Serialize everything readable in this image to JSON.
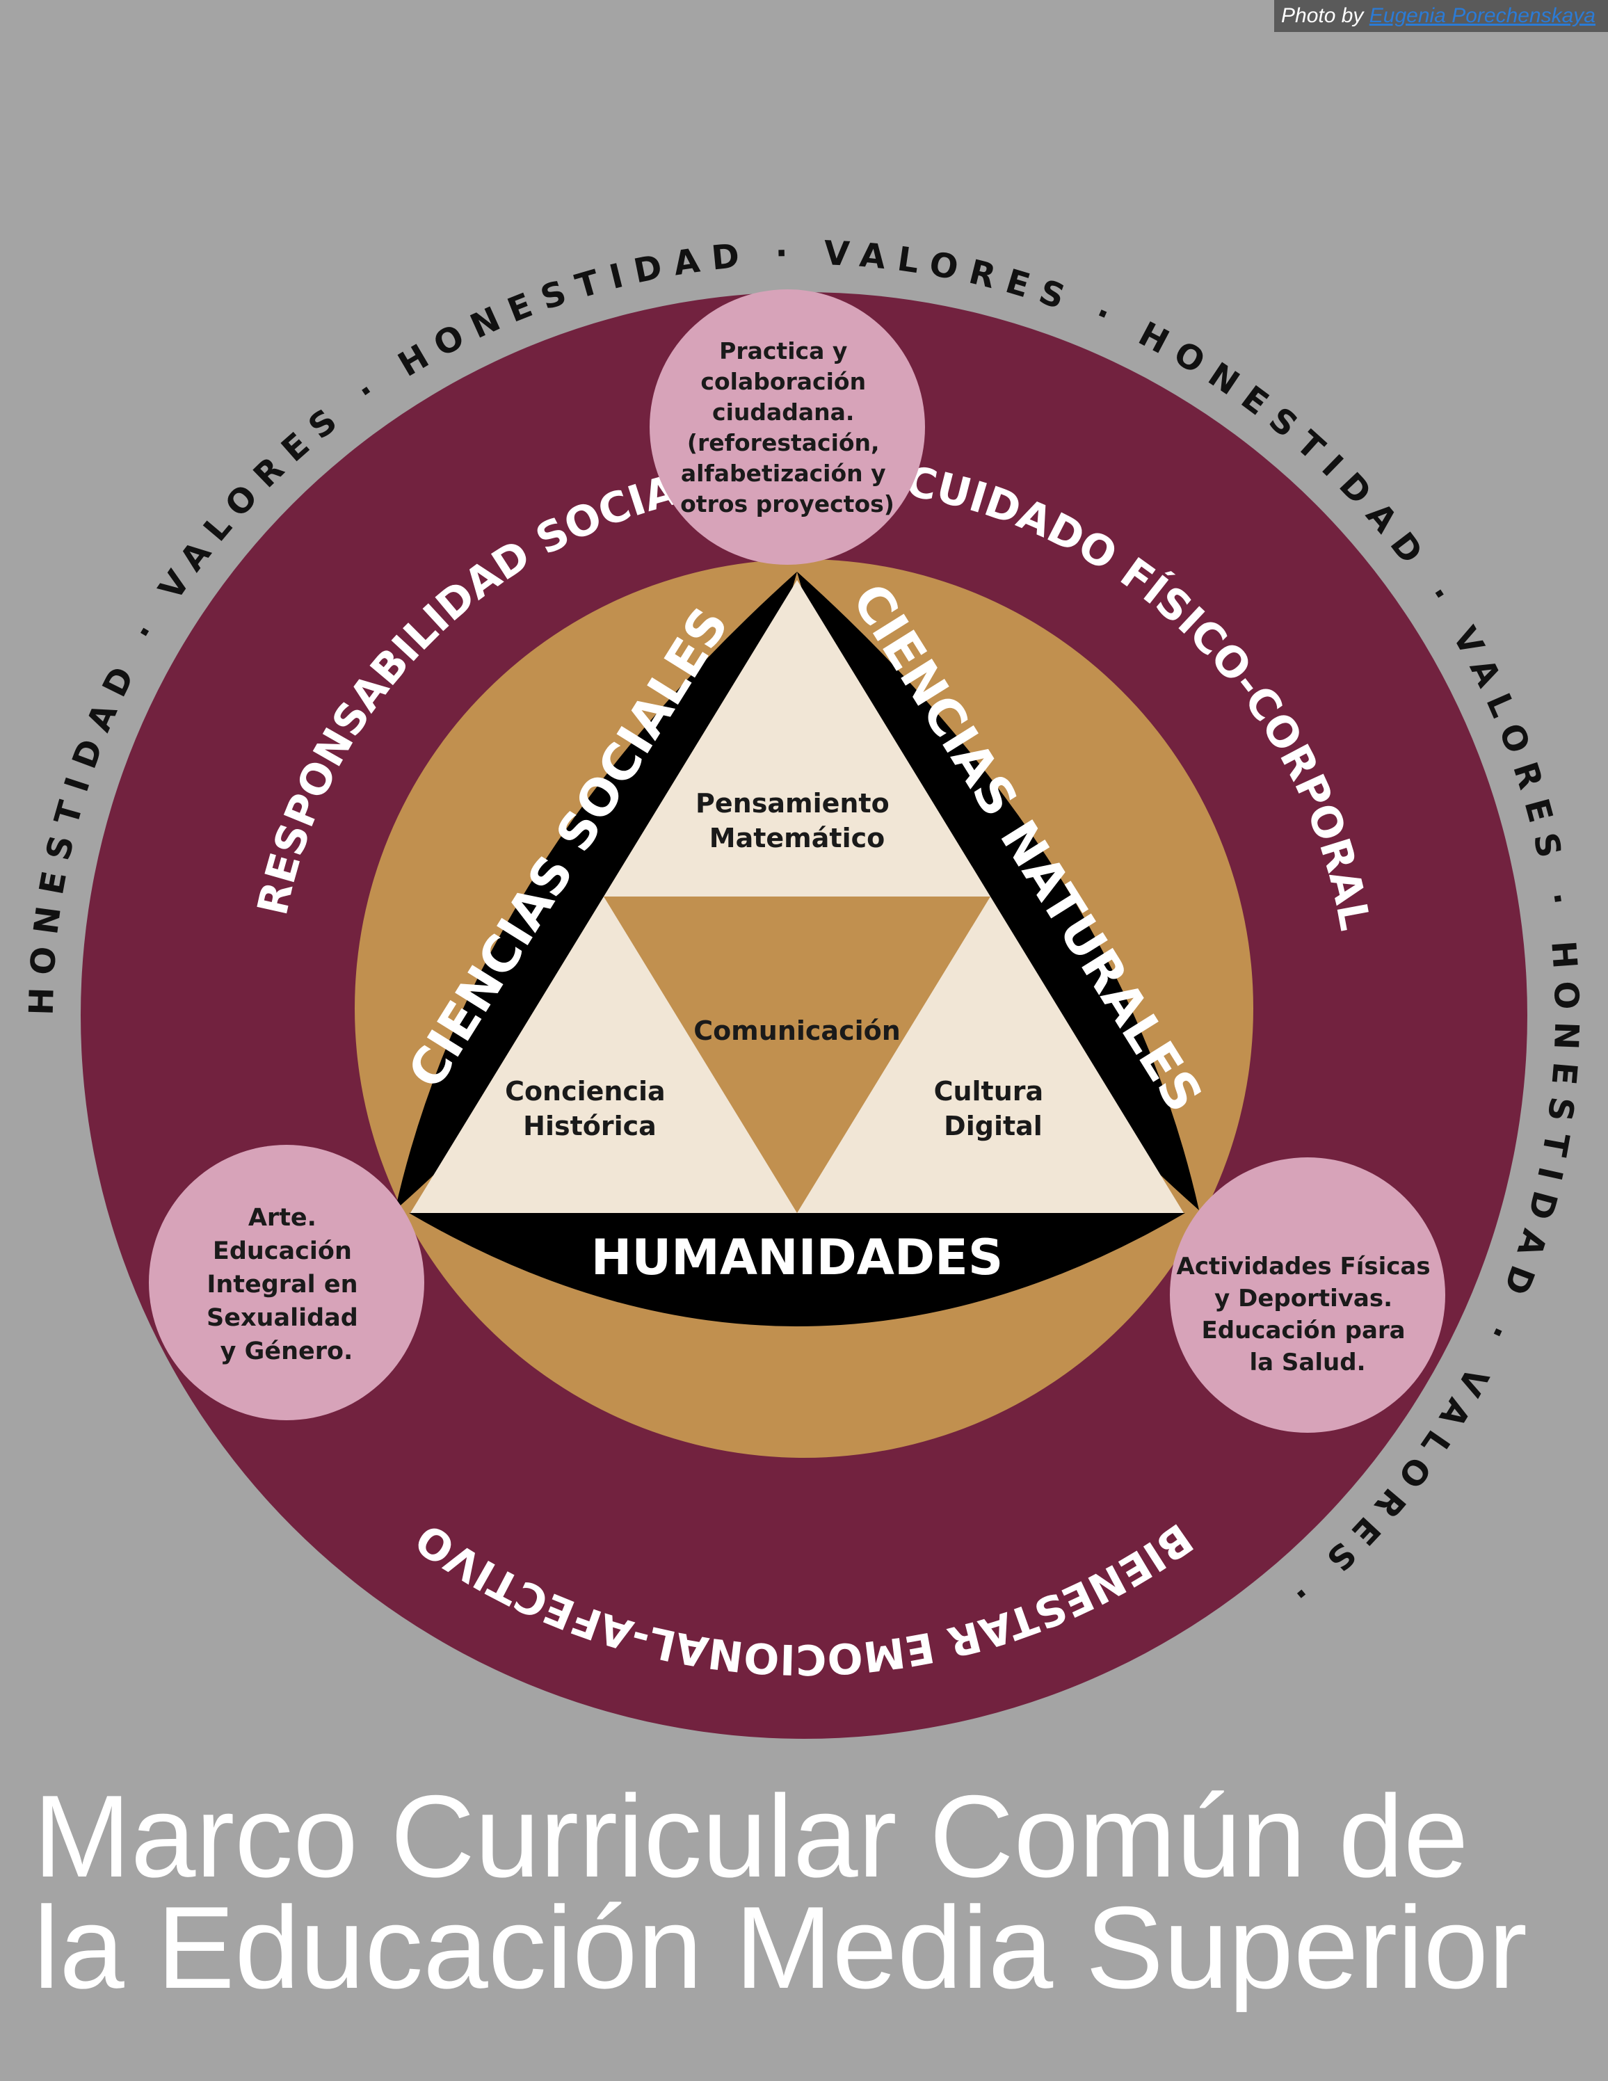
{
  "credit": {
    "prefix": "Photo by",
    "author": "Eugenia Porechenskaya"
  },
  "colors": {
    "background": "#a4a4a4",
    "outer_ring": "#72223f",
    "middle_disc": "#c1904f",
    "triangle_fill": "#f1e6d6",
    "inner_triangle": "#c1904f",
    "bands": "#000000",
    "pink_circles": "#d7a3b9"
  },
  "diagram": {
    "outer_ring_text": "HONESTIDAD · VALORES · HONESTIDAD · VALORES · HONESTIDAD · VALORES · HONESTIDAD · VALORES ·",
    "ring_labels": {
      "left": "RESPONSABILIDAD SOCIAL",
      "right": "CUIDADO FÍSICO-CORPORAL",
      "bottom": "BIENESTAR EMOCIONAL-AFECTIVO"
    },
    "bands": {
      "left": "CIENCIAS SOCIALES",
      "right": "CIENCIAS NATURALES",
      "bottom": "HUMANIDADES"
    },
    "triangle": {
      "top": [
        "Pensamiento",
        "Matemático"
      ],
      "center": "Comunicación",
      "left": [
        "Conciencia",
        "Histórica"
      ],
      "right": [
        "Cultura",
        "Digital"
      ]
    },
    "circles": {
      "top": [
        "Practica y",
        "colaboración",
        "ciudadana.",
        "(reforestación,",
        "alfabetización y",
        "otros proyectos)"
      ],
      "left": [
        "Arte.",
        "Educación",
        "Integral en",
        "Sexualidad",
        "y Género."
      ],
      "right": [
        "Actividades Físicas",
        "y Deportivas.",
        "Educación para",
        "la Salud."
      ]
    }
  },
  "caption": {
    "line1": "Marco Curricular Común de",
    "line2": "la Educación Media Superior"
  }
}
